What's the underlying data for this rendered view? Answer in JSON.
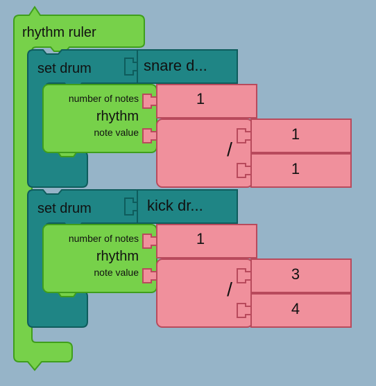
{
  "rhythm_ruler": {
    "label": "rhythm ruler",
    "color": "#77d14a",
    "blocks": [
      {
        "set_drum_label": "set drum",
        "drum_value": "snare d...",
        "rhythm": {
          "number_of_notes_label": "number of notes",
          "rhythm_label": "rhythm",
          "note_value_label": "note value",
          "number_of_notes": "1",
          "divide_symbol": "/",
          "numerator": "1",
          "denominator": "1"
        }
      },
      {
        "set_drum_label": "set drum",
        "drum_value": "kick dr...",
        "rhythm": {
          "number_of_notes_label": "number of notes",
          "rhythm_label": "rhythm",
          "note_value_label": "note value",
          "number_of_notes": "1",
          "divide_symbol": "/",
          "numerator": "3",
          "denominator": "4"
        }
      }
    ]
  },
  "colors": {
    "background": "#96b4c8",
    "rhythm_green": "#77d14a",
    "drum_teal": "#1f8585",
    "number_pink": "#f0909c"
  }
}
